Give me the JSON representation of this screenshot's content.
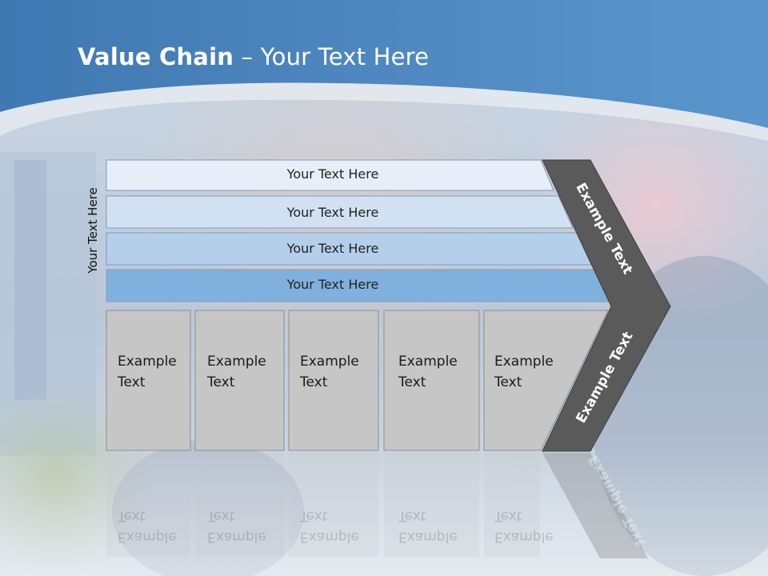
{
  "slide": {
    "title_bold": "Value Chain",
    "title_rest": " – Your Text Here",
    "side_label": "Your Text Here"
  },
  "bands": [
    {
      "label": "Your Text Here"
    },
    {
      "label": "Your Text Here"
    },
    {
      "label": "Your Text Here"
    },
    {
      "label": "Your Text Here"
    }
  ],
  "columns": [
    {
      "line1": "Example",
      "line2": "Text"
    },
    {
      "line1": "Example",
      "line2": "Text"
    },
    {
      "line1": "Example",
      "line2": "Text"
    },
    {
      "line1": "Example",
      "line2": "Text"
    },
    {
      "line1": "Example",
      "line2": "Text"
    }
  ],
  "arrow": {
    "upper_label": "Example Text",
    "lower_label": "Example Text"
  },
  "colors": {
    "header_blue": "#4d86bd",
    "band_1": "#e7eef8",
    "band_2": "#d2e1f1",
    "band_3": "#b4cfe9",
    "band_4": "#80b0dd",
    "column_gray": "#c6c6c6",
    "arrow_dark": "#5a5a5a"
  }
}
